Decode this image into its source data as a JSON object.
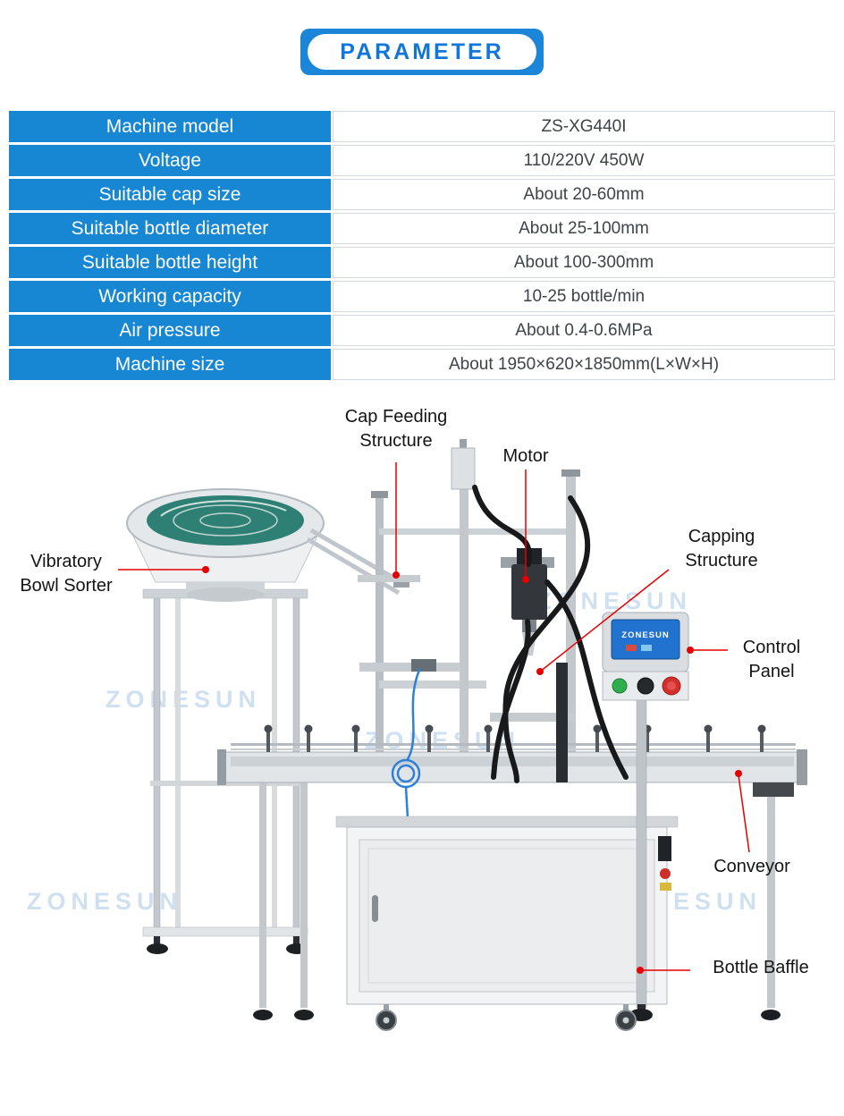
{
  "header": {
    "title": "PARAMETER"
  },
  "table": {
    "rows": [
      {
        "label": "Machine model",
        "value": "ZS-XG440I"
      },
      {
        "label": "Voltage",
        "value": "110/220V  450W"
      },
      {
        "label": "Suitable cap size",
        "value": "About 20-60mm"
      },
      {
        "label": "Suitable bottle diameter",
        "value": "About 25-100mm"
      },
      {
        "label": "Suitable bottle height",
        "value": "About 100-300mm"
      },
      {
        "label": "Working capacity",
        "value": "10-25 bottle/min"
      },
      {
        "label": "Air pressure",
        "value": "About 0.4-0.6MPa"
      },
      {
        "label": "Machine size",
        "value": "About 1950×620×1850mm(L×W×H)"
      }
    ]
  },
  "diagram": {
    "watermark": "ZONESUN",
    "panel_brand": "ZONESUN",
    "labels": {
      "cap_feeding": "Cap Feeding\nStructure",
      "motor": "Motor",
      "vibratory_bowl": "Vibratory\nBowl Sorter",
      "capping": "Capping\nStructure",
      "control_panel": "Control\nPanel",
      "conveyor": "Conveyor",
      "bottle_baffle": "Bottle Baffle"
    }
  },
  "colors": {
    "accent_blue": "#1787d4",
    "title_blue": "#1176d9",
    "leader_red": "#e60000"
  }
}
